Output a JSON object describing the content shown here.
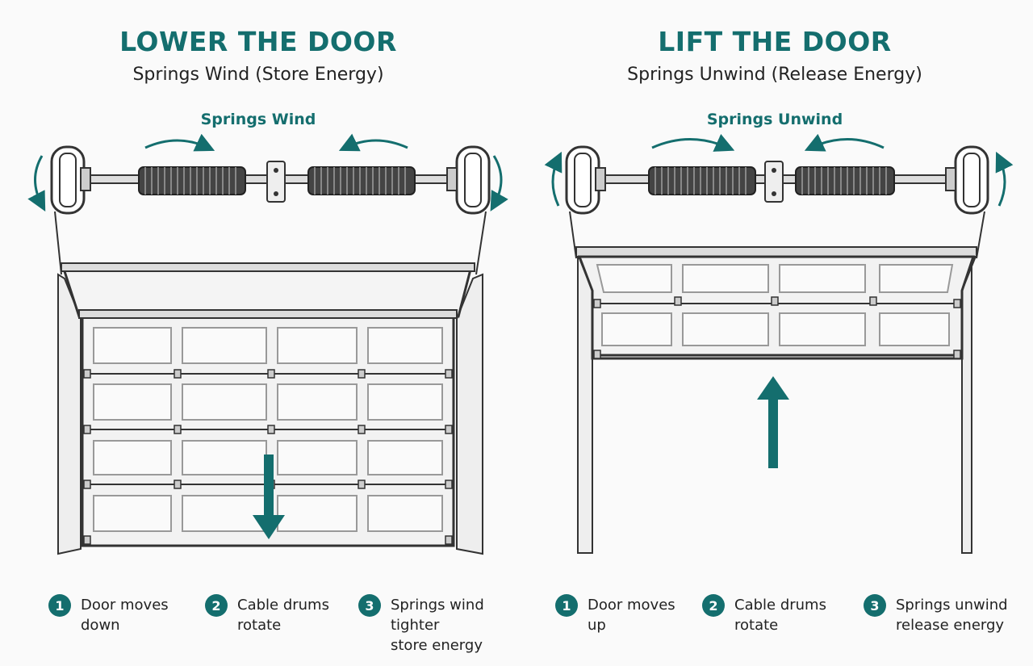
{
  "colors": {
    "accent": "#146e6e",
    "text": "#222222",
    "frame": "#333333",
    "panel": "#f2f2f2"
  },
  "left": {
    "title": "LOWER THE DOOR",
    "subtitle": "Springs Wind (Store Energy)",
    "spring_label": "Springs Wind",
    "steps": [
      {
        "num": "1",
        "line1": "Door moves",
        "line2": "down"
      },
      {
        "num": "2",
        "line1": "Cable drums",
        "line2": "rotate"
      },
      {
        "num": "3",
        "line1": "Springs wind tighter",
        "line2": "store energy"
      }
    ]
  },
  "right": {
    "title": "LIFT THE DOOR",
    "subtitle": "Springs Unwind (Release Energy)",
    "spring_label": "Springs Unwind",
    "steps": [
      {
        "num": "1",
        "line1": "Door moves",
        "line2": "up"
      },
      {
        "num": "2",
        "line1": "Cable drums",
        "line2": "rotate"
      },
      {
        "num": "3",
        "line1": "Springs unwind",
        "line2": "release energy"
      }
    ]
  }
}
